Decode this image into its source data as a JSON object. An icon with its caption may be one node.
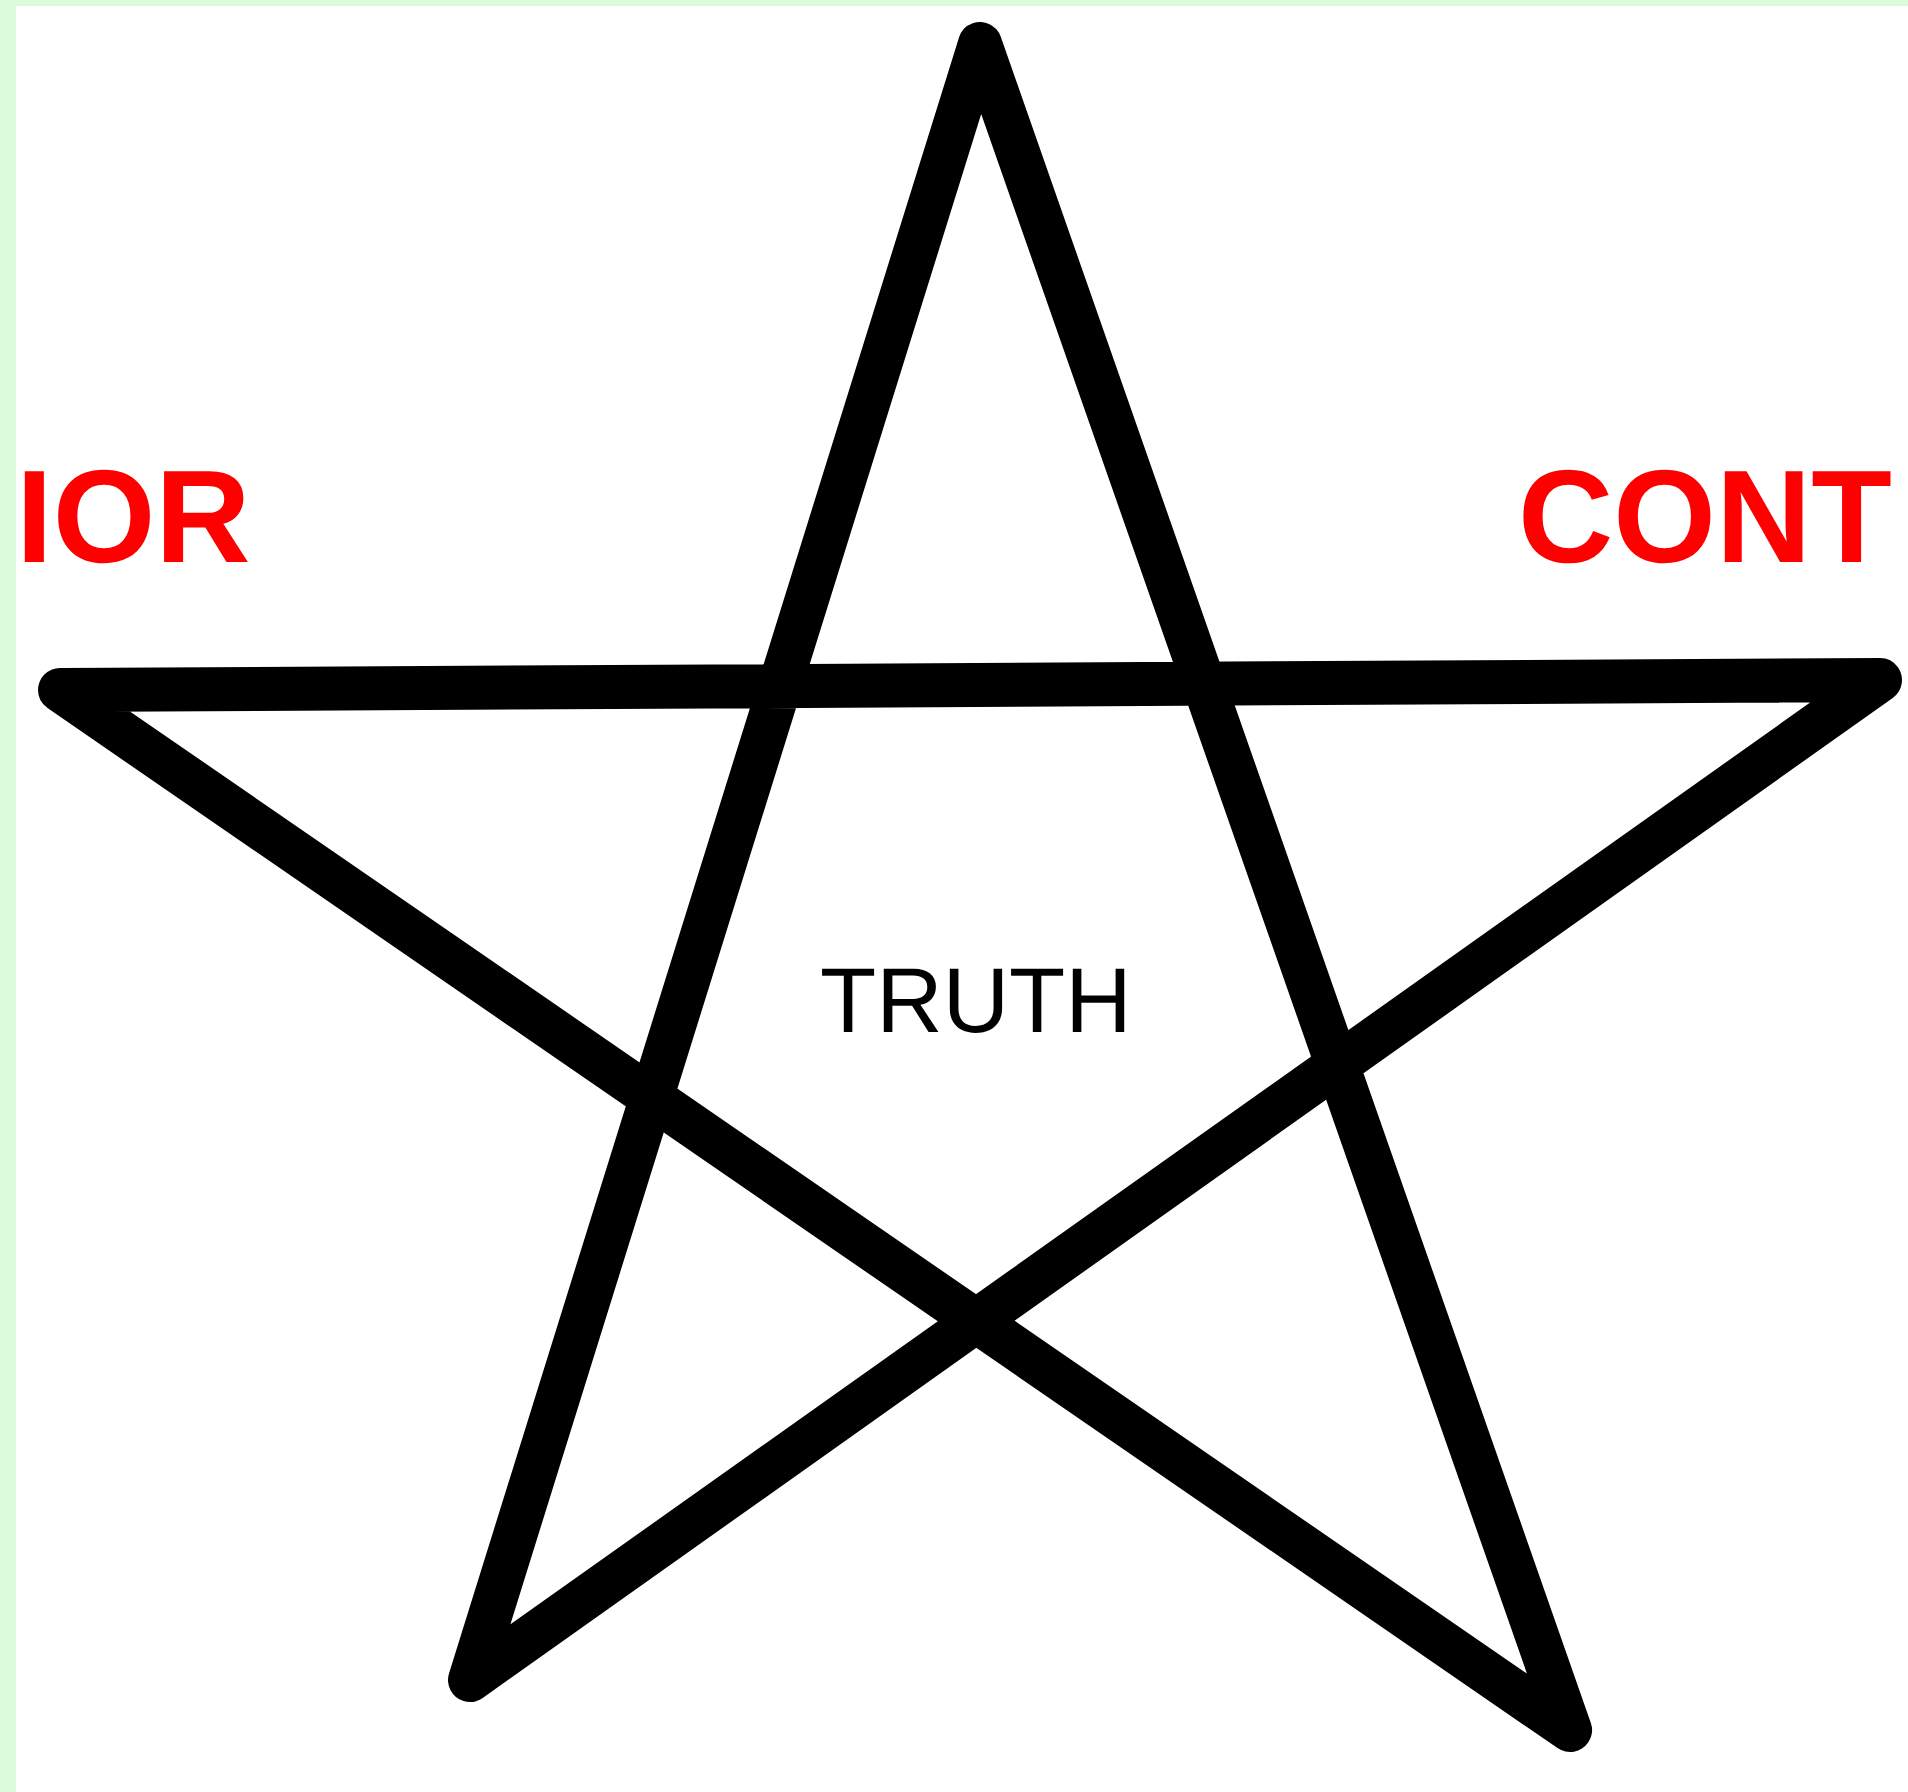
{
  "diagram": {
    "nodes": [
      {
        "text": [
          "TRUTH"
        ]
      }
    ],
    "labels": [
      "IOR",
      "CONT"
    ]
  }
}
